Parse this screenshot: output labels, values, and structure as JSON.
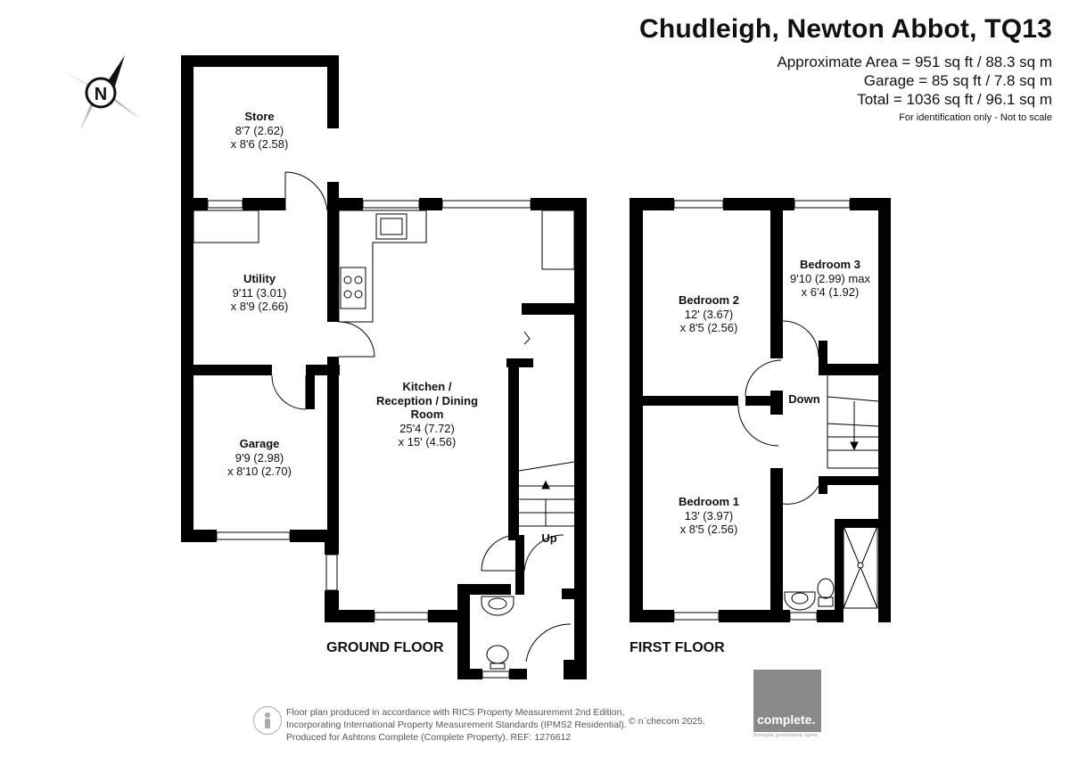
{
  "header": {
    "title": "Chudleigh, Newton Abbot, TQ13",
    "area_approx": "Approximate Area = 951 sq ft / 88.3 sq m",
    "area_garage": "Garage = 85 sq ft / 7.8 sq m",
    "area_total": "Total = 1036 sq ft / 96.1 sq m",
    "note": "For identification only - Not to scale"
  },
  "compass": {
    "letter": "N",
    "icon": "compass-icon"
  },
  "ground_floor": {
    "label": "GROUND FLOOR",
    "rooms": {
      "store": {
        "name": "Store",
        "dim1": "8'7 (2.62)",
        "dim2": "x 8'6 (2.58)"
      },
      "utility": {
        "name": "Utility",
        "dim1": "9'11 (3.01)",
        "dim2": "x 8'9 (2.66)"
      },
      "garage": {
        "name": "Garage",
        "dim1": "9'9 (2.98)",
        "dim2": "x 8'10 (2.70)"
      },
      "kitchen": {
        "name1": "Kitchen /",
        "name2": "Reception / Dining",
        "name3": "Room",
        "dim1": "25'4 (7.72)",
        "dim2": "x 15' (4.56)"
      }
    },
    "stairs_label": "Up"
  },
  "first_floor": {
    "label": "FIRST FLOOR",
    "rooms": {
      "bedroom2": {
        "name": "Bedroom 2",
        "dim1": "12' (3.67)",
        "dim2": "x 8'5 (2.56)"
      },
      "bedroom3": {
        "name": "Bedroom 3",
        "dim1": "9'10 (2.99) max",
        "dim2": "x 6'4 (1.92)"
      },
      "bedroom1": {
        "name": "Bedroom 1",
        "dim1": "13' (3.97)",
        "dim2": "x 8'5 (2.56)"
      }
    },
    "stairs_label": "Down"
  },
  "footer": {
    "line1": "Floor plan produced in accordance with RICS Property Measurement 2nd Edition,",
    "line2": "Incorporating International Property Measurement Standards (IPMS2 Residential).",
    "line3": "Produced for Ashtons Complete (Complete Property).   REF:  1276612",
    "copyright": "© nˈchecom 2025.",
    "brand": "complete.",
    "brand_tagline": "thoroughly good property agents"
  },
  "colors": {
    "wall": "#000000",
    "brand_bg": "#8a8a8a",
    "text": "#111111"
  }
}
